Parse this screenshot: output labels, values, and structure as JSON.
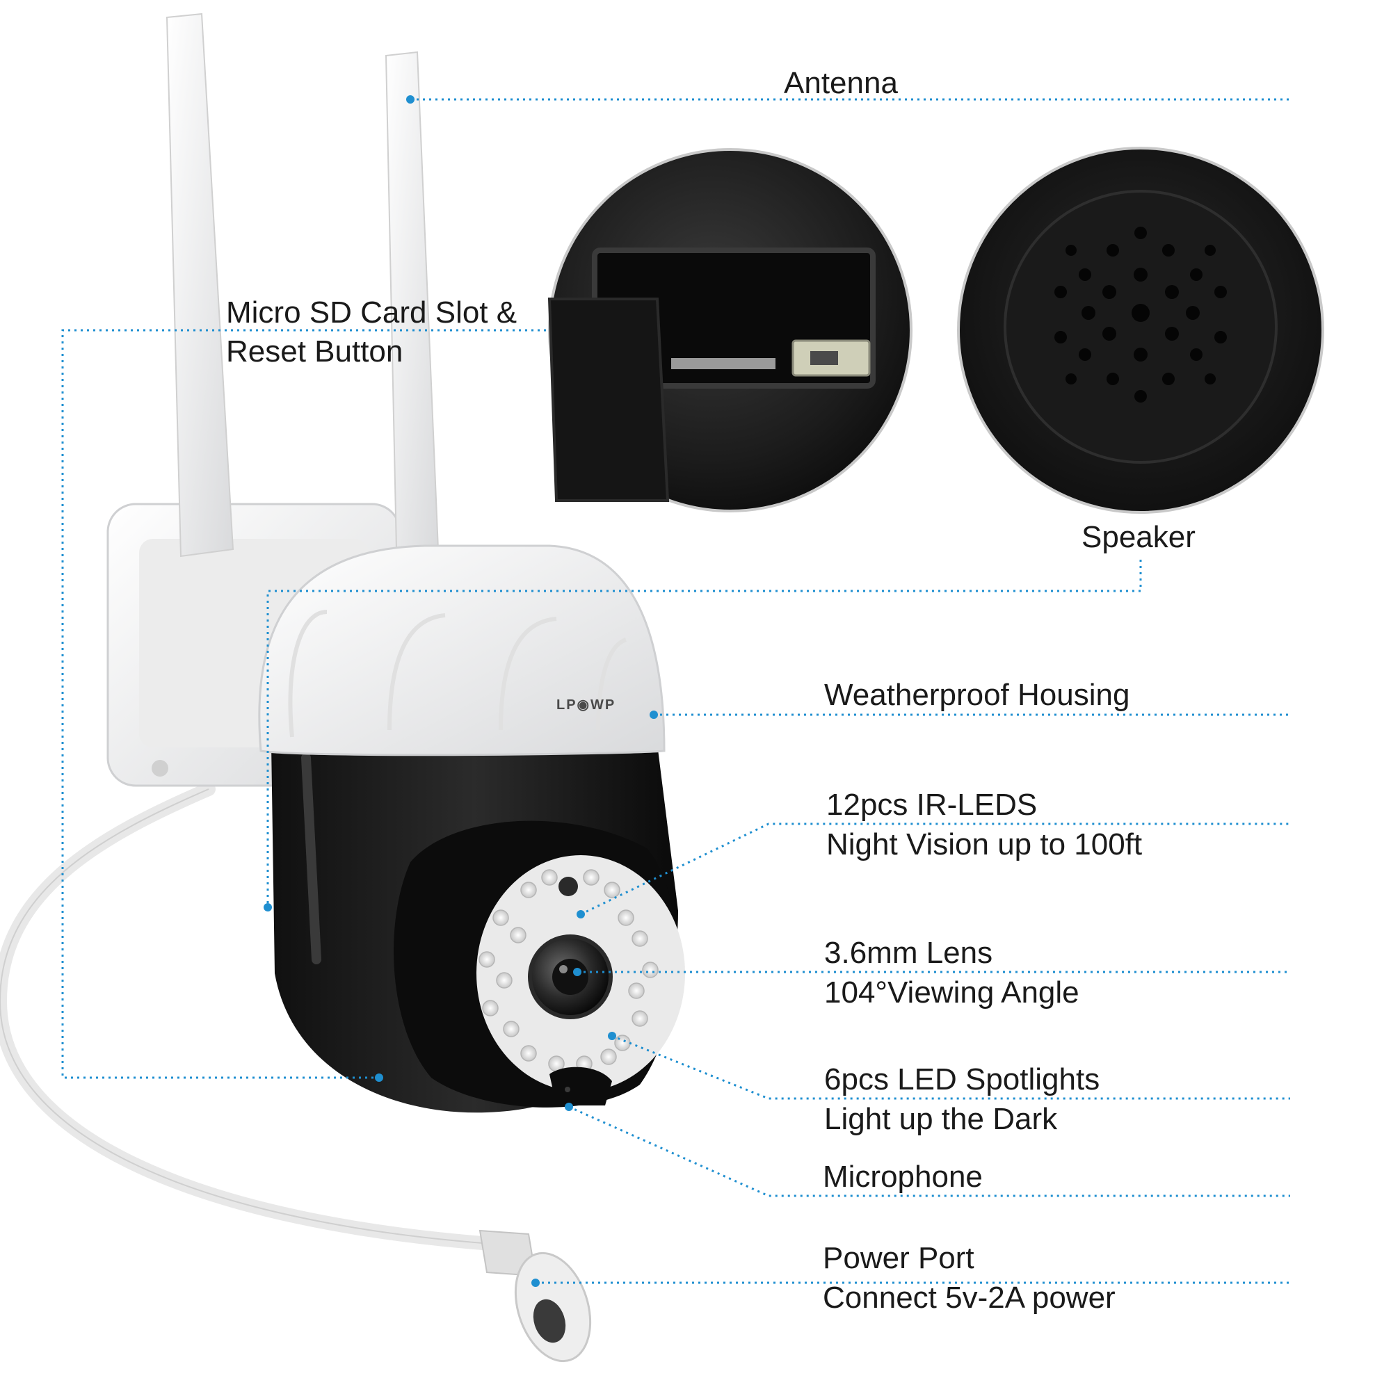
{
  "brand": "LP◉WP",
  "accent_color": "#1f8fd0",
  "labels": {
    "antenna": "Antenna",
    "sd_line1": "Micro SD Card Slot &",
    "sd_line2": "Reset Button",
    "speaker": "Speaker",
    "housing": "Weatherproof Housing",
    "ir_line1": "12pcs IR-LEDS",
    "ir_line2": "Night Vision up to 100ft",
    "lens_line1": "3.6mm Lens",
    "lens_line2": "104°Viewing Angle",
    "spot_line1": "6pcs LED Spotlights",
    "spot_line2": "Light up the Dark",
    "microphone": "Microphone",
    "power_line1": "Power Port",
    "power_line2": "Connect 5v-2A power"
  }
}
